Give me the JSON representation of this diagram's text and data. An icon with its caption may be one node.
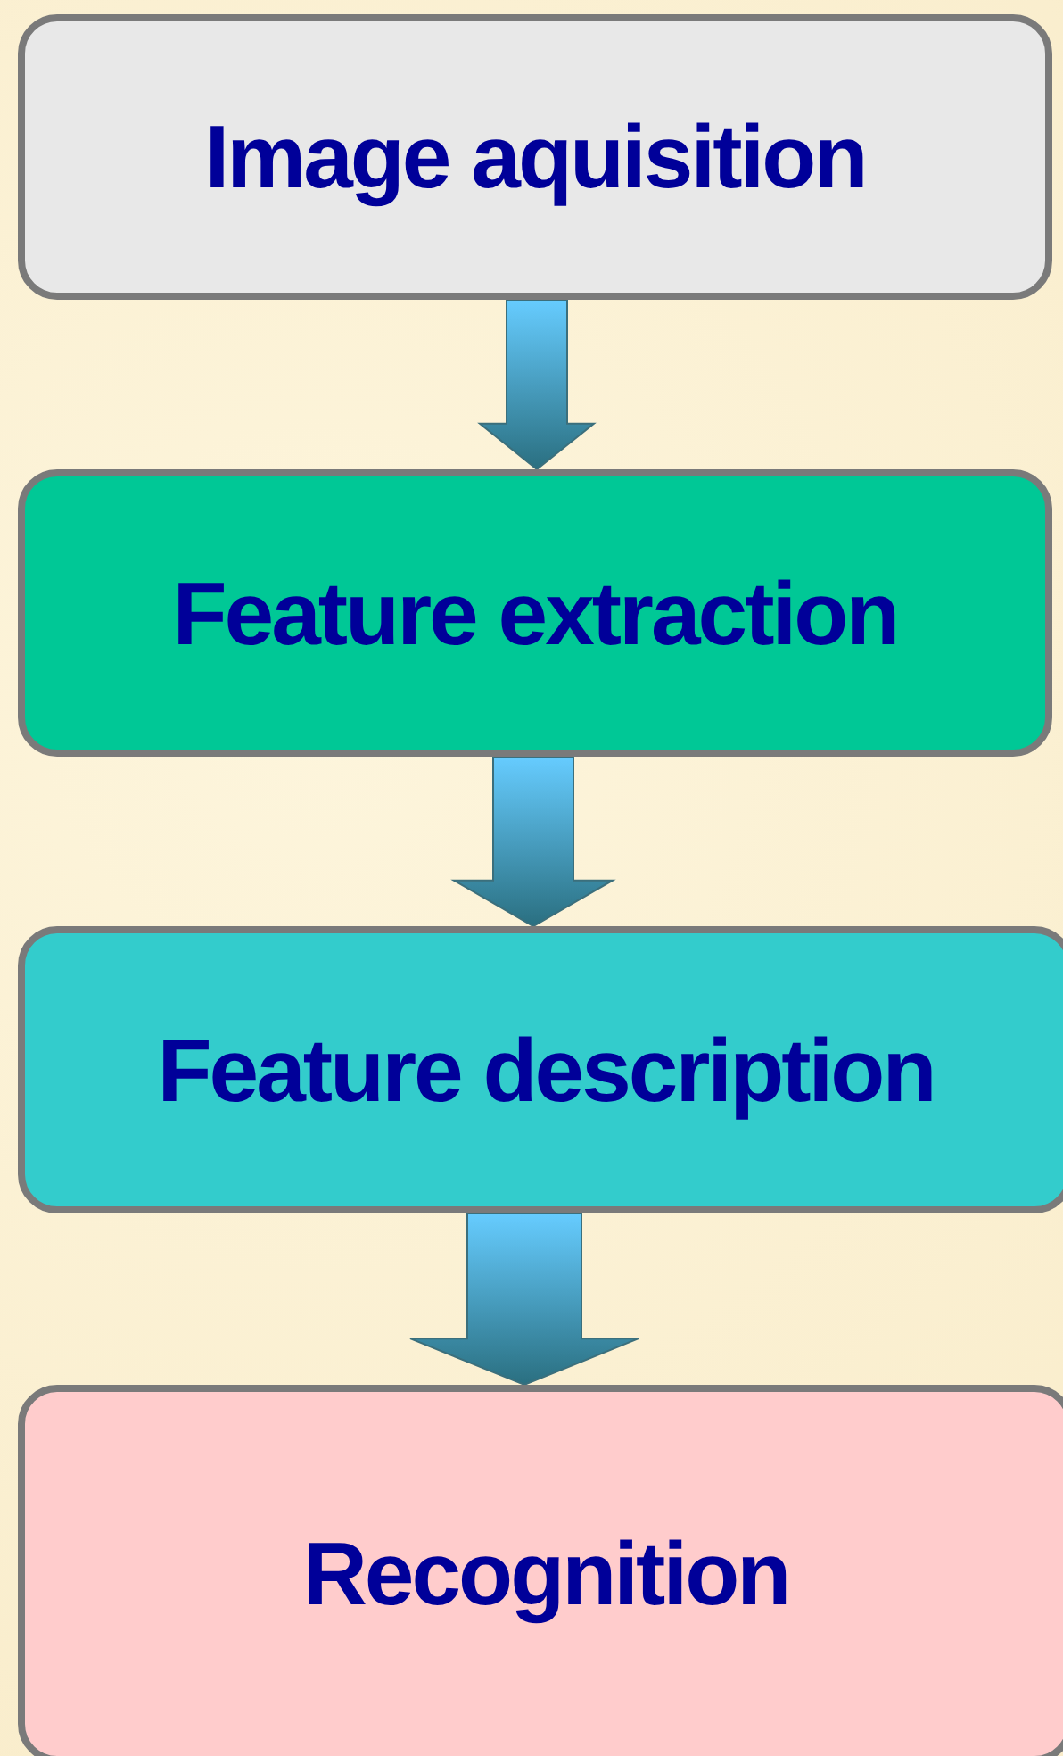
{
  "diagram": {
    "nodes": [
      {
        "text": [
          "Image aquisition"
        ]
      },
      {
        "text": [
          "Feature extraction"
        ]
      },
      {
        "text": [
          "Feature description"
        ]
      },
      {
        "text": [
          "Recognition"
        ]
      }
    ],
    "edges": [
      {
        "from": 0,
        "to": 1,
        "arrow": "to"
      },
      {
        "from": 1,
        "to": 2,
        "arrow": "to"
      },
      {
        "from": 2,
        "to": 3,
        "arrow": "to"
      }
    ]
  }
}
